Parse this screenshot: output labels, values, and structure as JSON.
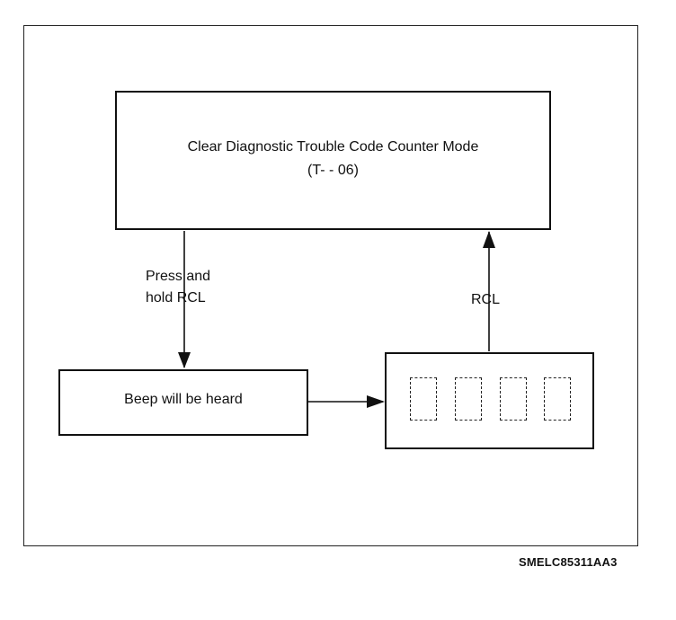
{
  "diagram": {
    "mode_box": {
      "title": "Clear Diagnostic Trouble Code Counter Mode",
      "code": "(T- - 06)"
    },
    "beep_box": {
      "label": "Beep will be heard"
    },
    "display_box": {
      "digit_count": 4
    },
    "edges": {
      "press_hold_line1": "Press and",
      "press_hold_line2": "hold RCL",
      "rcl": "RCL"
    }
  },
  "figure_id": "SMELC85311AA3"
}
